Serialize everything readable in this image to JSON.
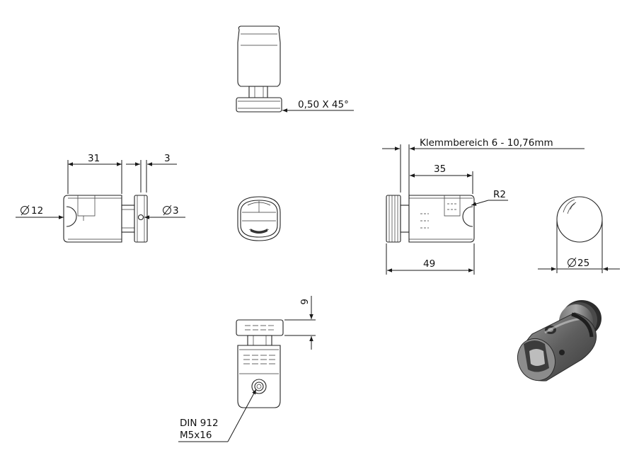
{
  "colors": {
    "line": "#1a1a1a",
    "background": "#ffffff",
    "shade": "#6b6b6b"
  },
  "dimensions": {
    "chamfer": "0,50 X 45°",
    "clamp_range": "Klemmbereich 6 - 10,76mm",
    "len_31": "31",
    "len_3": "3",
    "dia_12": "12",
    "dia_3": "3",
    "len_35": "35",
    "radius": "R2",
    "len_49": "49",
    "dia_25": "25",
    "len_6": "6",
    "screw_line1": "DIN 912",
    "screw_line2": "M5x16"
  }
}
